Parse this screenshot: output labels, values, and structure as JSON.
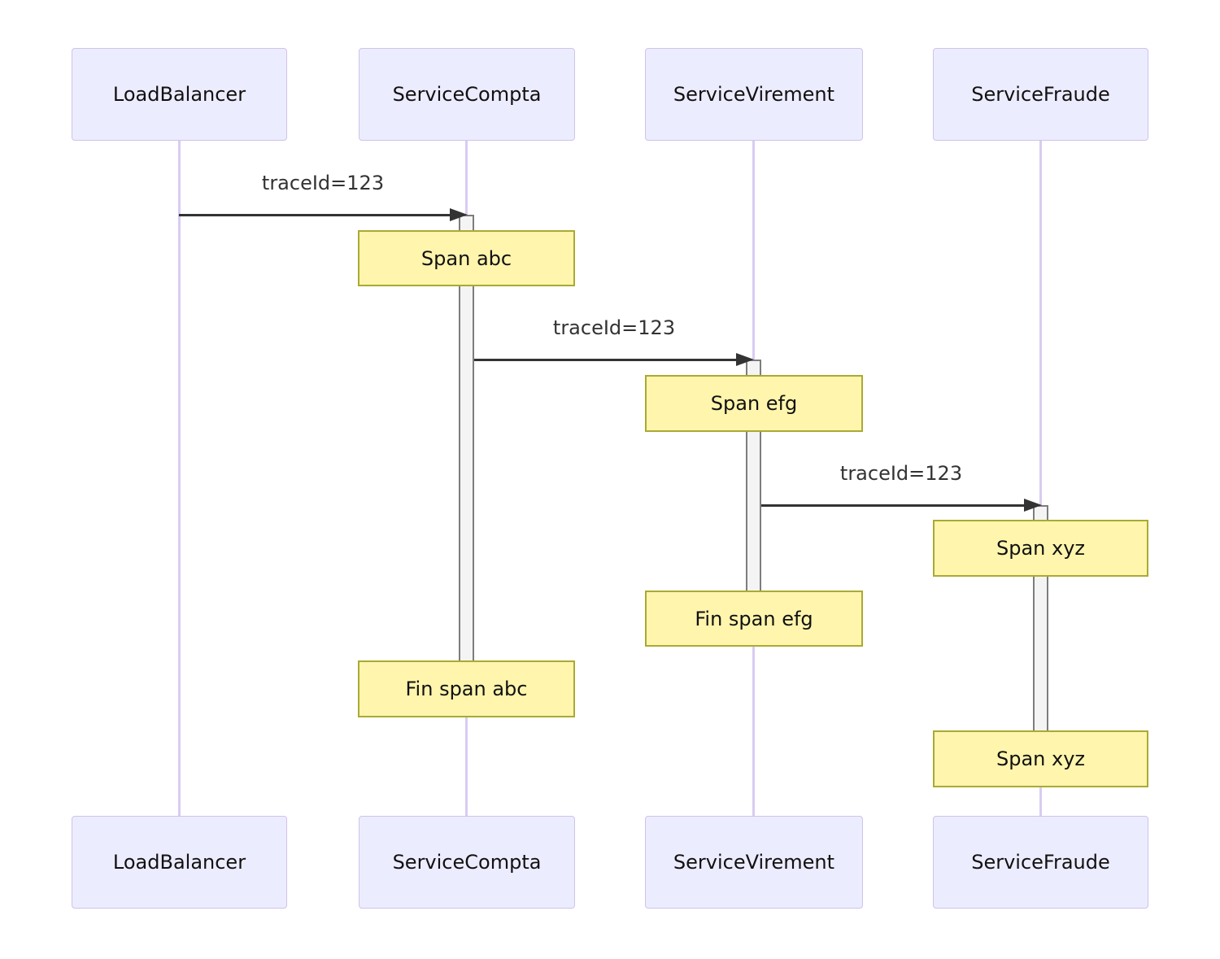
{
  "diagram": {
    "type": "sequence-diagram",
    "participants": [
      {
        "id": "loadbalancer",
        "label": "LoadBalancer"
      },
      {
        "id": "servicecompta",
        "label": "ServiceCompta"
      },
      {
        "id": "servicevirement",
        "label": "ServiceVirement"
      },
      {
        "id": "servicefraude",
        "label": "ServiceFraude"
      }
    ],
    "messages": [
      {
        "from": "LoadBalancer",
        "to": "ServiceCompta",
        "label": "traceId=123"
      },
      {
        "from": "ServiceCompta",
        "to": "ServiceVirement",
        "label": "traceId=123"
      },
      {
        "from": "ServiceVirement",
        "to": "ServiceFraude",
        "label": "traceId=123"
      }
    ],
    "notes": [
      {
        "over": "ServiceCompta",
        "label": "Span abc"
      },
      {
        "over": "ServiceVirement",
        "label": "Span efg"
      },
      {
        "over": "ServiceFraude",
        "label": "Span xyz"
      },
      {
        "over": "ServiceVirement",
        "label": "Fin span efg"
      },
      {
        "over": "ServiceCompta",
        "label": "Fin span abc"
      },
      {
        "over": "ServiceFraude",
        "label": "Span xyz"
      }
    ],
    "activations": [
      {
        "on": "ServiceCompta"
      },
      {
        "on": "ServiceVirement"
      },
      {
        "on": "ServiceFraude"
      }
    ],
    "colors": {
      "actor_fill": "#ececff",
      "actor_border": "#cfc3ea",
      "lifeline": "#d9ccf2",
      "note_fill": "#fff5ad",
      "note_border": "#aaaa33",
      "activation_fill": "#f4f4f4",
      "activation_border": "#7d7d7d",
      "arrow": "#333333",
      "actor_text": "#111111",
      "message_text": "#333333",
      "background": "#ffffff"
    }
  }
}
